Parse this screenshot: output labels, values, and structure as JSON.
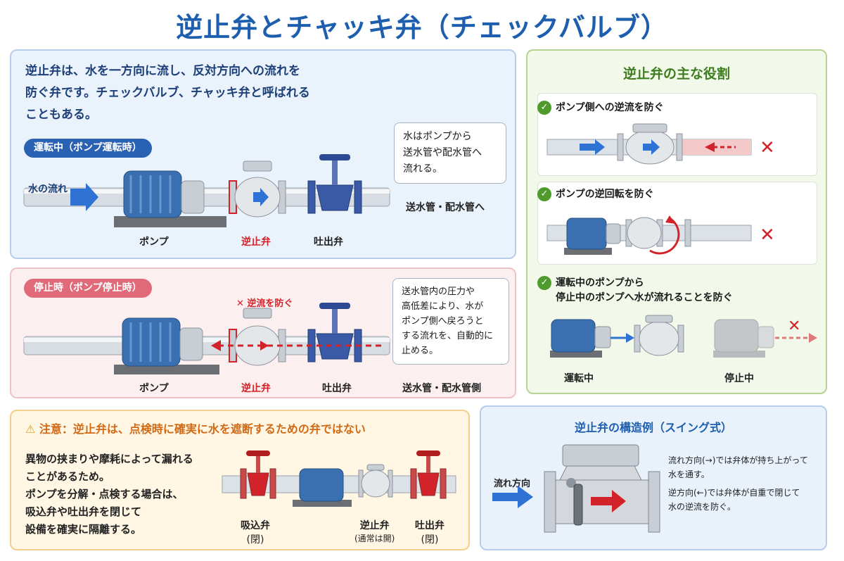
{
  "title": "逆止弁とチャッキ弁（チェックバルブ）",
  "intro": {
    "line1": "逆止弁は、水を一方向に流し、反対方向への流れを",
    "line2": "防ぐ弁です。チェックバルブ、チャッキ弁と呼ばれる",
    "line3": "こともある。"
  },
  "running": {
    "badge": "運転中（ポンプ運転時）",
    "flow_label": "水の流れ",
    "note_lines": [
      "水はポンプから",
      "送水管や配水管へ",
      "流れる。"
    ],
    "pipe_label": "送水管・配水管へ",
    "labels": {
      "pump": "ポンプ",
      "check_valve": "逆止弁",
      "discharge_valve": "吐出弁"
    }
  },
  "stopped": {
    "badge": "停止時（ポンプ停止時）",
    "prevent_label": "逆流を防ぐ",
    "note_lines": [
      "送水管内の圧力や",
      "高低差により、水が",
      "ポンプ側へ戻ろうと",
      "する流れを、自動的に",
      "止める。"
    ],
    "labels": {
      "pump": "ポンプ",
      "check_valve": "逆止弁",
      "discharge_valve": "吐出弁",
      "pipe_side": "送水管・配水管側"
    }
  },
  "roles": {
    "title": "逆止弁の主な役割",
    "items": [
      {
        "text": "ポンプ側への逆流を防ぐ"
      },
      {
        "text": "ポンプの逆回転を防ぐ"
      },
      {
        "line1": "運転中のポンプから",
        "line2": "停止中のポンプへ水が流れることを防ぐ"
      }
    ],
    "running_label": "運転中",
    "stopped_label": "停止中"
  },
  "warning": {
    "title": "注意：逆止弁は、点検時に確実に水を遮断するための弁ではない",
    "body": [
      "異物の挟まりや摩耗によって漏れる",
      "ことがあるため。",
      "ポンプを分解・点検する場合は、",
      "吸込弁や吐出弁を閉じて",
      "設備を確実に隔離する。"
    ],
    "labels": {
      "suction": "吸込弁",
      "suction_state": "(閉)",
      "check": "逆止弁",
      "check_state": "(通常は開)",
      "discharge": "吐出弁",
      "discharge_state": "(閉)"
    }
  },
  "swing": {
    "title": "逆止弁の構造例（スイング式）",
    "flow_label": "流れ方向",
    "text1_line1": "流れ方向(→)では弁体が持ち上がって",
    "text1_line2": "水を通す。",
    "text2_line1": "逆方向(←)では弁体が自重で閉じて",
    "text2_line2": "水の逆流を防ぐ。"
  },
  "colors": {
    "title_blue": "#1d5fae",
    "valve_red": "#d2232a",
    "pump_blue": "#3a6fb2",
    "check_green": "#4e9a2c",
    "warn_orange": "#d26a14"
  }
}
